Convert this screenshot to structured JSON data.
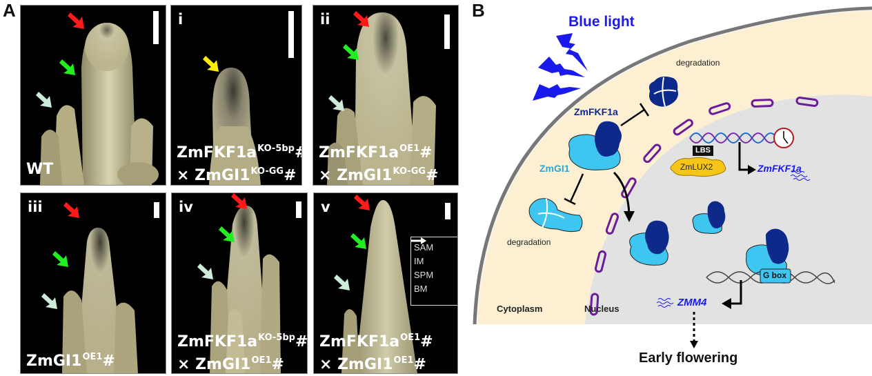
{
  "panel_a": {
    "letter": "A",
    "panels": [
      {
        "id": "wt",
        "roman": "",
        "line1_base": "WT",
        "line1_sup": "",
        "line1_hash": "",
        "line2_base": "",
        "line2_sup": "",
        "line2_hash": "",
        "arrows": [
          "IM",
          "SPM",
          "BM"
        ]
      },
      {
        "id": "i",
        "roman": "i",
        "line1_base": "ZmFKF1a",
        "line1_sup": "KO-5bp",
        "line1_hash": "#",
        "line2_base": "× ZmGI1",
        "line2_sup": "KO-GG",
        "line2_hash": "#",
        "arrows": [
          "SAM"
        ]
      },
      {
        "id": "ii",
        "roman": "ii",
        "line1_base": "ZmFKF1a",
        "line1_sup": "OE1",
        "line1_hash": "#",
        "line2_base": "× ZmGI1",
        "line2_sup": "KO-GG",
        "line2_hash": "#",
        "arrows": [
          "IM",
          "SPM",
          "BM"
        ]
      },
      {
        "id": "iii",
        "roman": "iii",
        "line1_base": "ZmGI1",
        "line1_sup": "OE1",
        "line1_hash": "#",
        "line2_base": "",
        "line2_sup": "",
        "line2_hash": "",
        "arrows": [
          "IM",
          "SPM",
          "BM"
        ]
      },
      {
        "id": "iv",
        "roman": "iv",
        "line1_base": "ZmFKF1a",
        "line1_sup": "KO-5bp",
        "line1_hash": "#",
        "line2_base": "× ZmGI1",
        "line2_sup": "OE1",
        "line2_hash": "#",
        "arrows": [
          "IM",
          "SPM",
          "BM"
        ]
      },
      {
        "id": "v",
        "roman": "v",
        "line1_base": "ZmFKF1a",
        "line1_sup": "OE1",
        "line1_hash": "#",
        "line2_base": "× ZmGI1",
        "line2_sup": "OE1",
        "line2_hash": "#",
        "arrows": [
          "IM",
          "SPM",
          "BM"
        ]
      }
    ],
    "legend": [
      {
        "label": "SAM",
        "color": "#ffee00"
      },
      {
        "label": "IM",
        "color": "#ff1a1a"
      },
      {
        "label": "SPM",
        "color": "#22ee22"
      },
      {
        "label": "BM",
        "color": "#ffffff"
      }
    ],
    "bm_arrow_color": "#cdebd8"
  },
  "panel_b": {
    "letter": "B",
    "blue_light": "Blue light",
    "degradation_top": "degradation",
    "degradation_bottom": "degradation",
    "zmfkf1a_protein": "ZmFKF1a",
    "zmgi1_protein": "ZmGI1",
    "lbs": "LBS",
    "zmlux2": "ZmLUX2",
    "zmfkf1a_gene": "ZmFKF1a",
    "g_box": "G box",
    "zmm4_gene": "ZMM4",
    "cytoplasm": "Cytoplasm",
    "nucleus": "Nucleus",
    "outcome": "Early flowering",
    "colors": {
      "blue_light": "#1a1aee",
      "cytoplasm": "#fdf0d2",
      "nucleus": "#e2e2e2",
      "membrane": "#6a1b9a",
      "fkf1a": "#0d2a8a",
      "gi1": "#3ec6f0",
      "lux2": "#f5c518",
      "gene_text": "#1a1aee"
    }
  }
}
